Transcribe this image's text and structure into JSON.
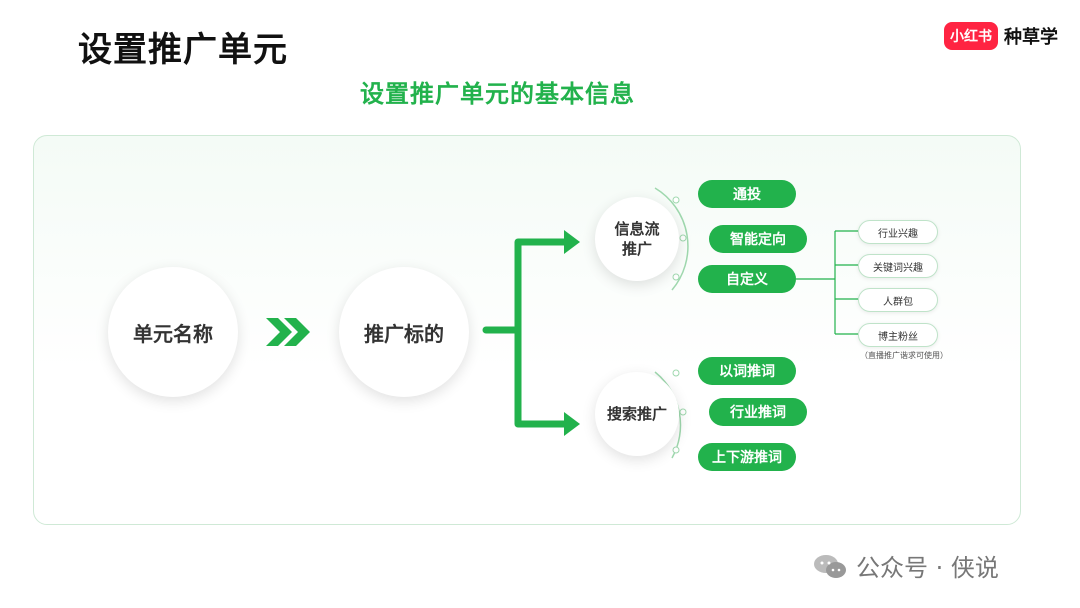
{
  "header": {
    "title": "设置推广单元",
    "subtitle": "设置推广单元的基本信息",
    "logo_badge": "小红书",
    "logo_text": "种草学"
  },
  "diagram": {
    "unit_name": "单元名称",
    "promo_target": "推广标的",
    "branch_feed": {
      "label": "信息流\n推广",
      "options": [
        "通投",
        "智能定向",
        "自定义"
      ]
    },
    "branch_search": {
      "label": "搜索推广",
      "options": [
        "以词推词",
        "行业推词",
        "上下游推词"
      ]
    },
    "custom_options": [
      "行业兴趣",
      "关键词兴趣",
      "人群包",
      "博主粉丝"
    ],
    "custom_note": "（直播推广谐求可使用）"
  },
  "watermark": {
    "text": "公众号 · 侠说"
  },
  "colors": {
    "accent": "#22b24c",
    "brand": "#ff2442"
  }
}
